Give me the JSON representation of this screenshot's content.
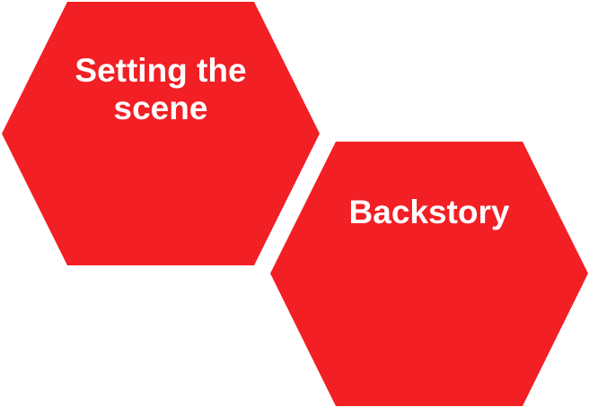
{
  "colors": {
    "hex_fill": "#F21F24",
    "text": "#FFFFFF",
    "background": "#FFFFFF"
  },
  "hexagons": [
    {
      "label_line1": "Setting the",
      "label_line2": "scene"
    },
    {
      "label_line1": "Backstory"
    }
  ]
}
